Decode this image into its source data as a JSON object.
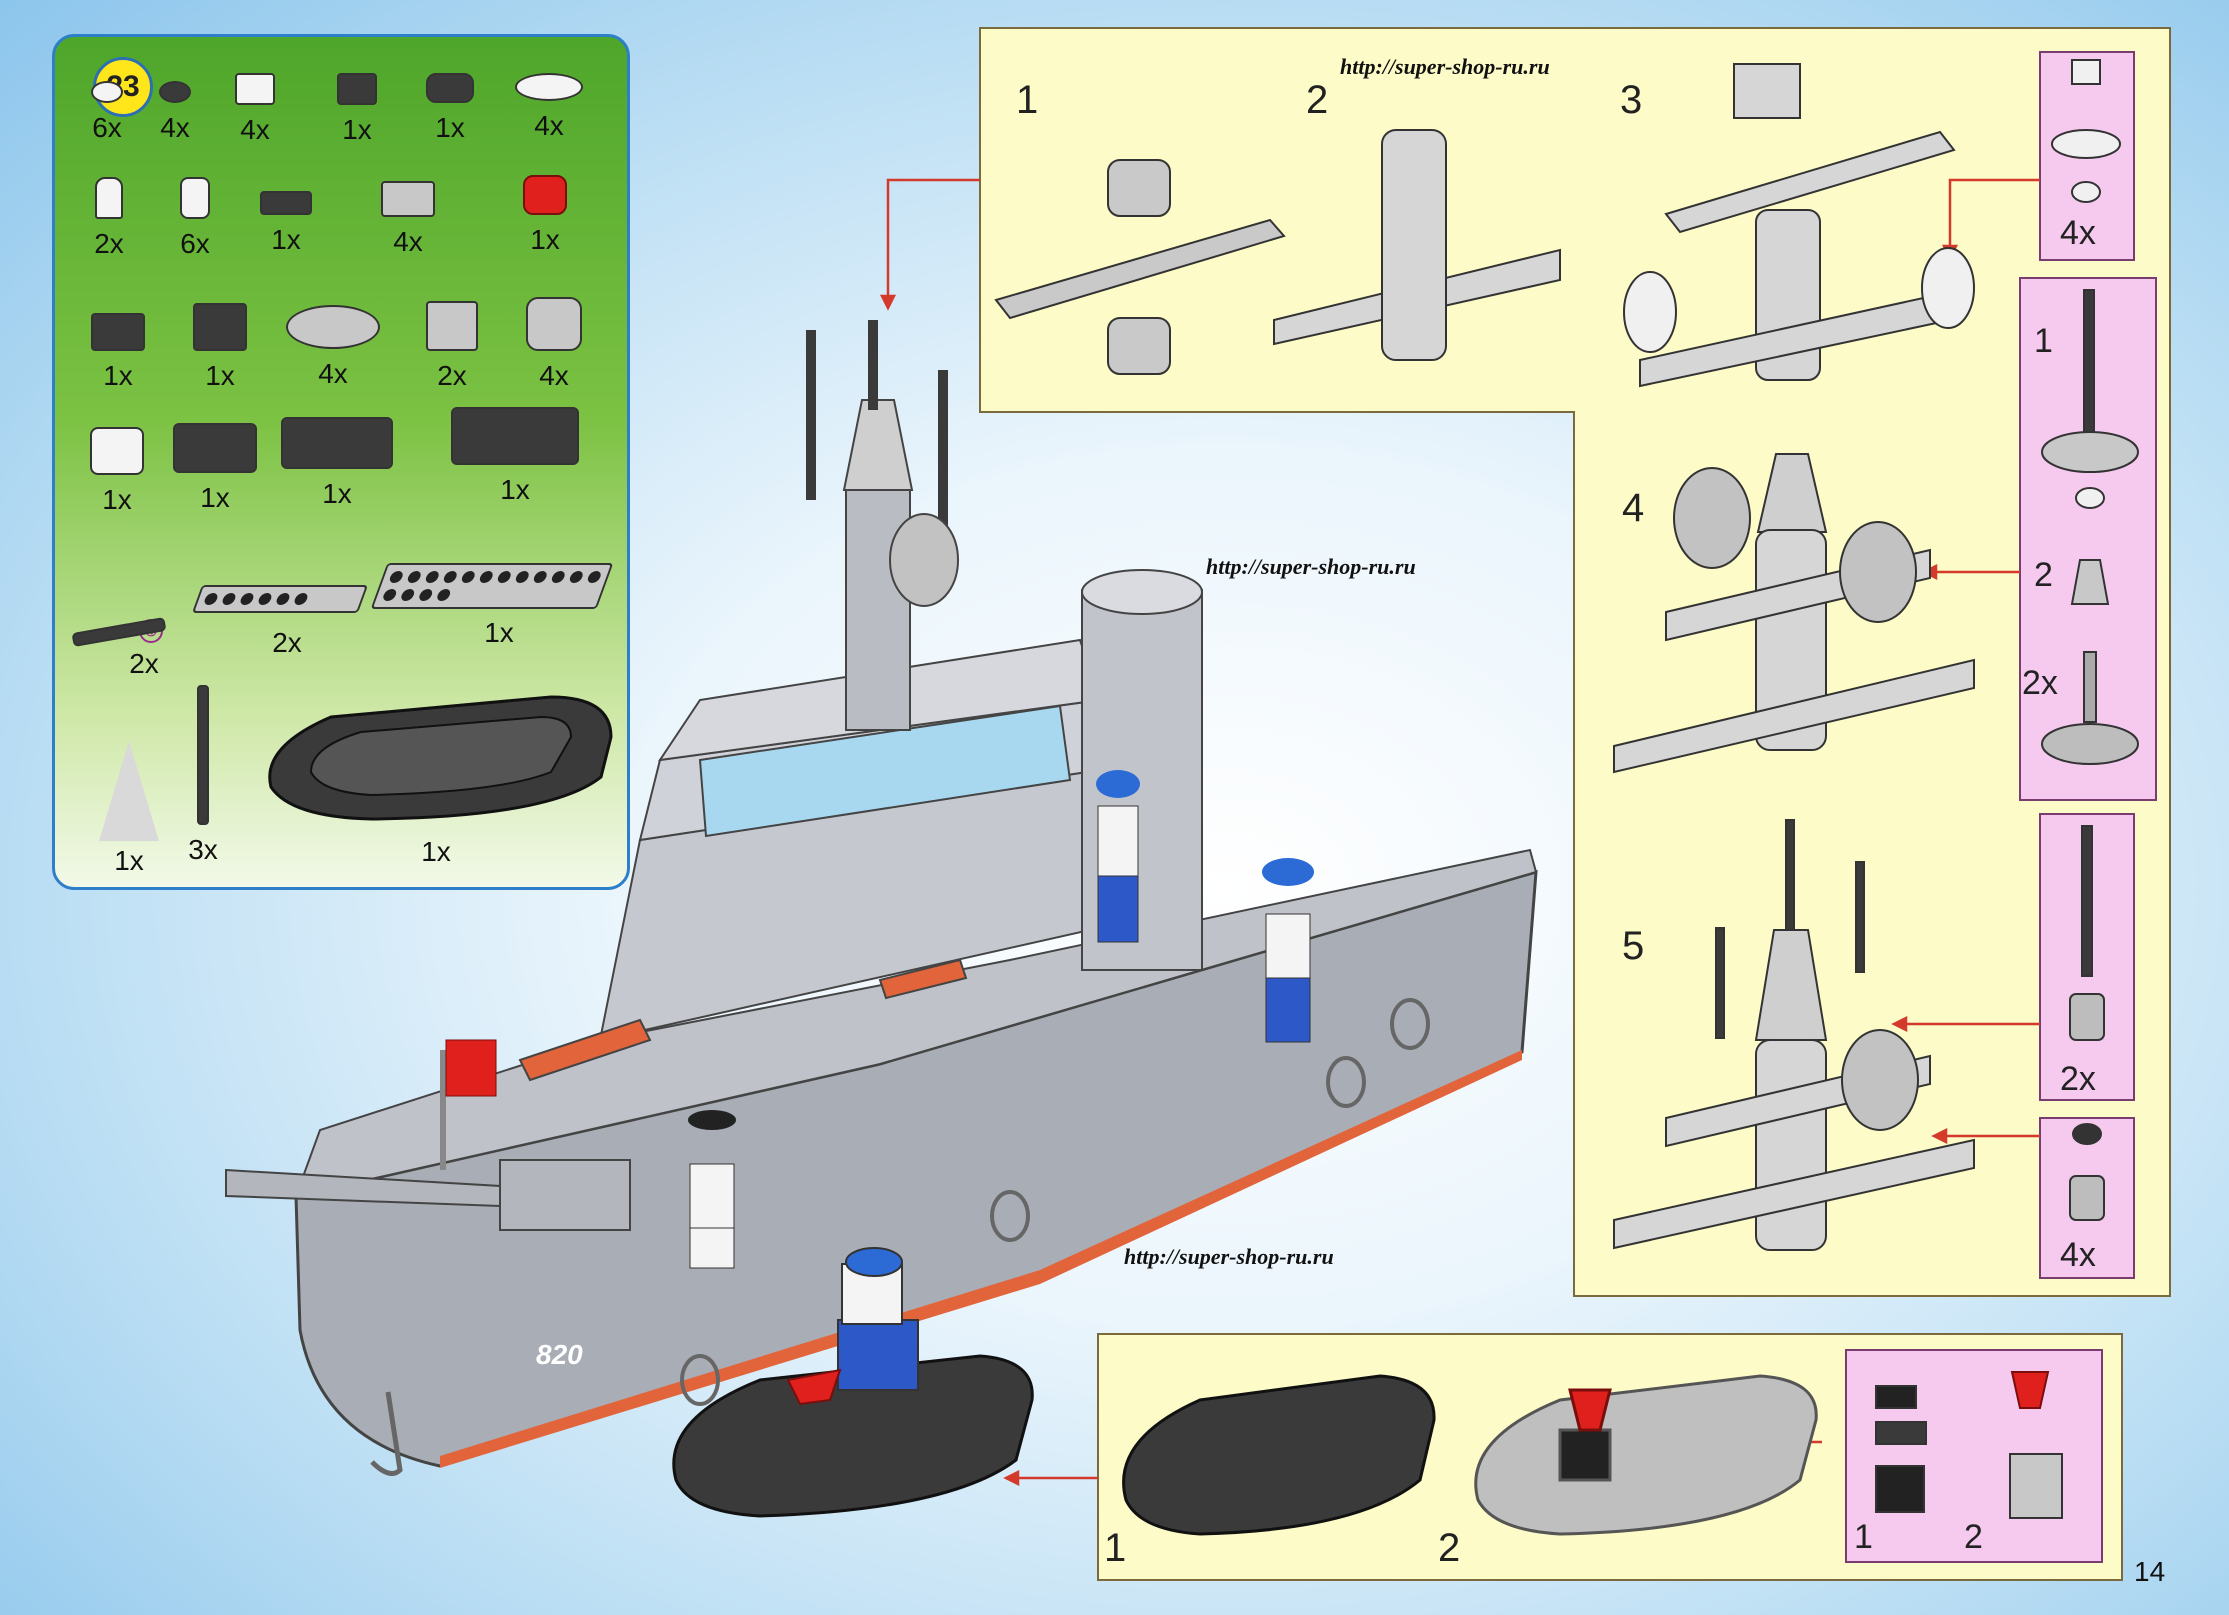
{
  "page_number": "14",
  "step_badge": "23",
  "watermarks": [
    "http://super-shop-ru.ru",
    "http://super-shop-ru.ru",
    "http://super-shop-ru.ru"
  ],
  "parts": {
    "row1": [
      "6x",
      "4x",
      "4x",
      "1x",
      "1x",
      "4x"
    ],
    "row2": [
      "2x",
      "6x",
      "1x",
      "4x",
      "1x"
    ],
    "row3": [
      "1x",
      "1x",
      "4x",
      "2x",
      "4x"
    ],
    "row4": [
      "1x",
      "1x",
      "1x",
      "1x"
    ],
    "row5_marker": "④",
    "row5": [
      "2x",
      "2x",
      "1x"
    ],
    "row6": [
      "1x",
      "3x",
      "1x"
    ]
  },
  "top_steps": [
    "1",
    "2",
    "3"
  ],
  "side_steps": [
    "4",
    "5"
  ],
  "pink_top_qty": "4x",
  "pink_right": {
    "step1": "1",
    "step2": "2",
    "qty": "2x"
  },
  "pink_mid_qty": "2x",
  "pink_low_qty": "4x",
  "boat_steps": [
    "1",
    "2"
  ],
  "boat_pink_steps": [
    "1",
    "2"
  ],
  "hull_number": "820",
  "colors": {
    "yellow_panel": "#fdfbc7",
    "pink_panel": "#f6c9ef",
    "green_panel": "#7cc243",
    "badge": "#ffe61a",
    "arrow": "#d43a2c",
    "ship_gray": "#b9bcc3",
    "hull_stripe": "#e2643b"
  }
}
